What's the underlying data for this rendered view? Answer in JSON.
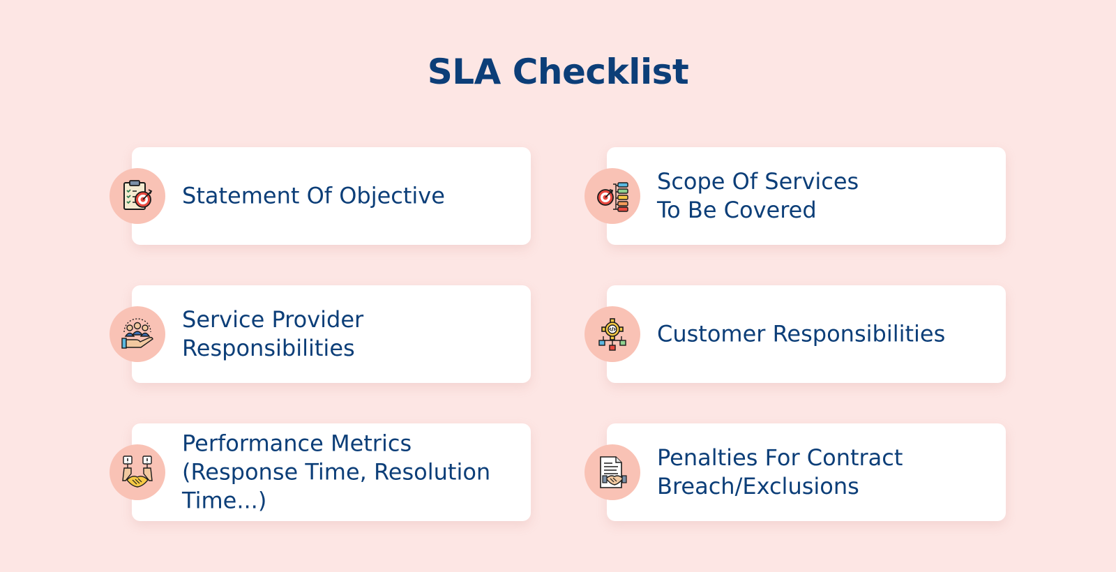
{
  "title": "SLA Checklist",
  "colors": {
    "background": "#fde6e4",
    "card": "#ffffff",
    "badge": "#f9c2b5",
    "text": "#0c3e78"
  },
  "items": [
    {
      "icon": "clipboard-target-icon",
      "lines": [
        "Statement Of Objective"
      ]
    },
    {
      "icon": "target-list-icon",
      "lines": [
        "Scope Of Services",
        "To Be Covered"
      ]
    },
    {
      "icon": "team-hand-icon",
      "lines": [
        "Service Provider",
        "Responsibilities"
      ]
    },
    {
      "icon": "gear-network-icon",
      "lines": [
        "Customer Responsibilities"
      ]
    },
    {
      "icon": "handshake-metrics-icon",
      "lines": [
        "Performance Metrics",
        "(Response Time, Resolution",
        "Time...)"
      ]
    },
    {
      "icon": "contract-handshake-icon",
      "lines": [
        "Penalties For Contract",
        "Breach/Exclusions"
      ]
    }
  ]
}
